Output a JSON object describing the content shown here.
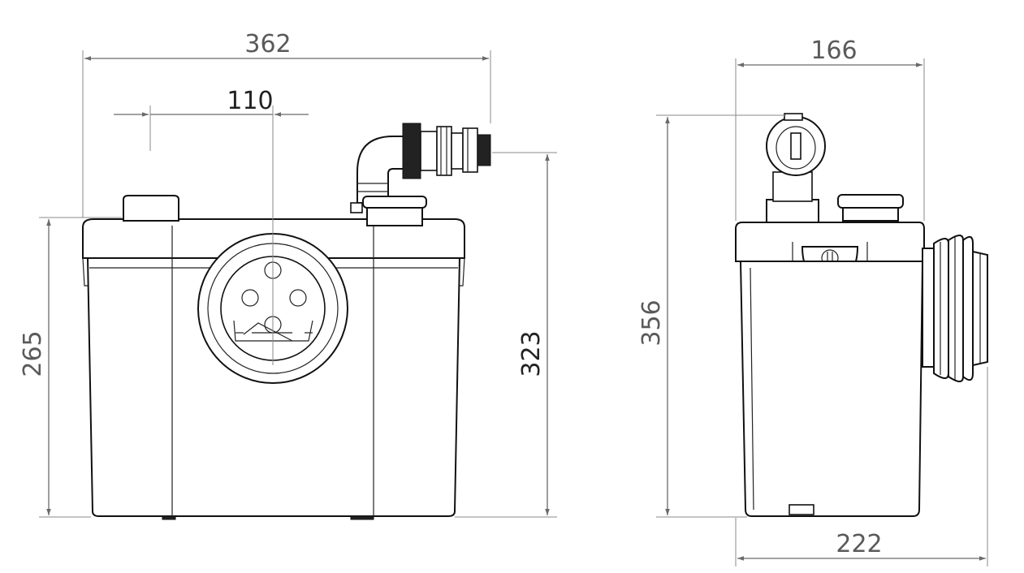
{
  "dimensions": {
    "front_width": "362",
    "outlet_offset": "110",
    "front_body_height": "265",
    "front_total_height": "323",
    "side_top_width": "166",
    "side_height": "356",
    "side_total_width": "222"
  },
  "colors": {
    "line": "#111111",
    "dimension": "#6a6a6a",
    "text": "#5a5a5a",
    "background": "#ffffff"
  }
}
